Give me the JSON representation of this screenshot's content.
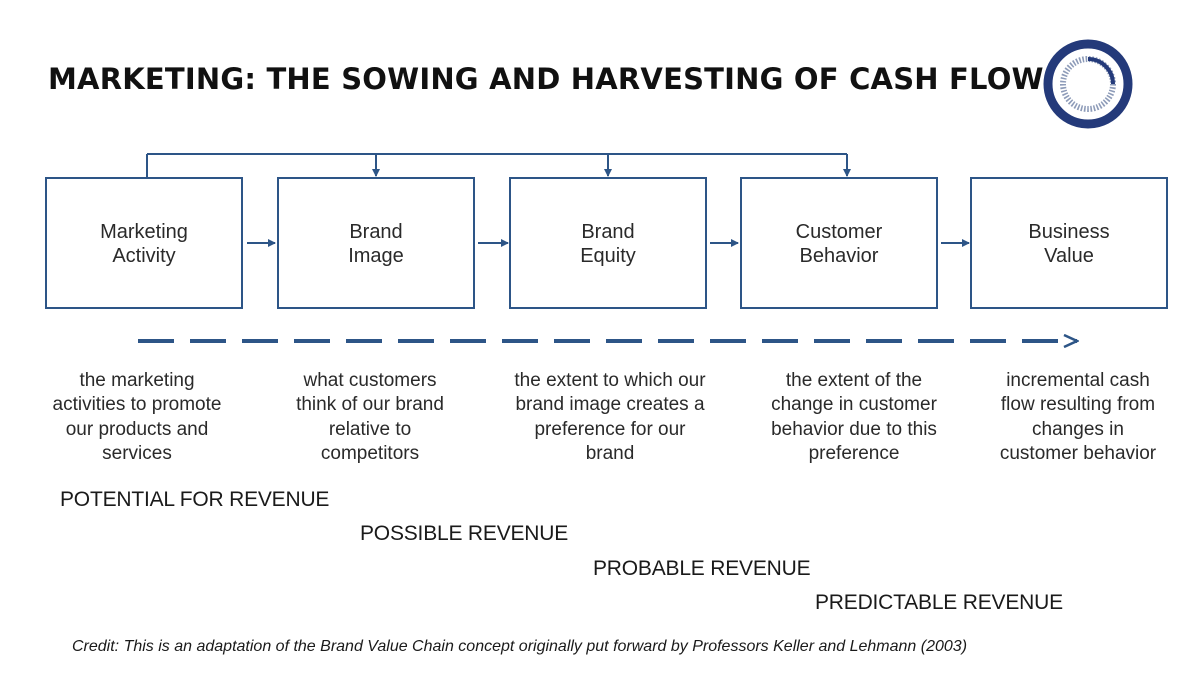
{
  "title": "MARKETING: THE SOWING AND HARVESTING OF CASH FLOW",
  "logo": {
    "icon": "ring-logo-icon",
    "color": "#243a7a"
  },
  "colors": {
    "accent": "#2d5587",
    "text": "#1f1f1f"
  },
  "chain": [
    {
      "label": "Marketing\nActivity",
      "description": "the marketing\nactivities to promote\nour products and\nservices"
    },
    {
      "label": "Brand\nImage",
      "description": "what customers\nthink of our brand\nrelative to\ncompetitors"
    },
    {
      "label": "Brand\nEquity",
      "description": "the extent to which our\nbrand image creates a\npreference for our\nbrand"
    },
    {
      "label": "Customer\nBehavior",
      "description": "the extent of the\nchange in customer\nbehavior due to this\npreference"
    },
    {
      "label": "Business\nValue",
      "description": "incremental cash\nflow resulting from\nchanges in\ncustomer behavior"
    }
  ],
  "revenue_stages": [
    "POTENTIAL FOR REVENUE",
    "POSSIBLE REVENUE",
    "PROBABLE REVENUE",
    "PREDICTABLE REVENUE"
  ],
  "credit": "Credit:  This is an adaptation of the Brand Value Chain concept originally put forward by Professors Keller and Lehmann (2003)"
}
